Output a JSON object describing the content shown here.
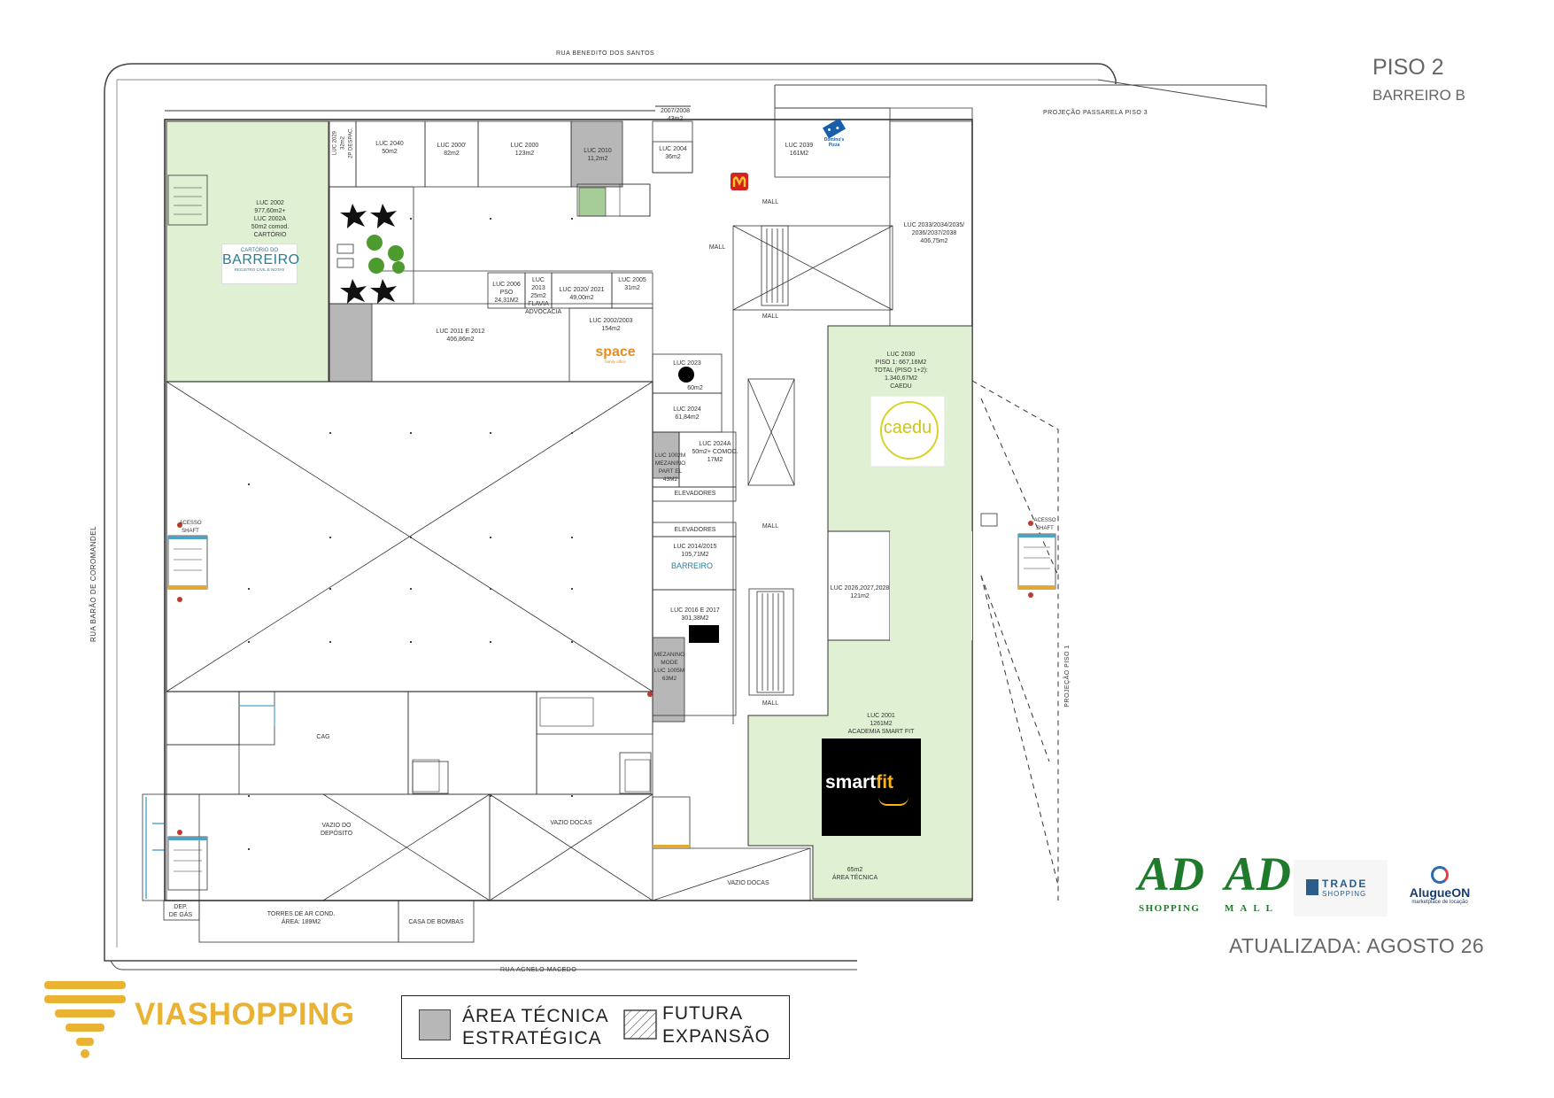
{
  "header": {
    "floor": "PISO 2",
    "building": "BARREIRO B",
    "updated": "ATUALIZADA: AGOSTO 26"
  },
  "streets": {
    "north": "RUA BENEDITO DOS SANTOS",
    "west": "RUA BARÃO DE COROMANDEL",
    "south": "RUA AGNELO MACEDO",
    "east_projection": "PROJEÇÃO PISO 1",
    "footbridge": "PROJEÇÃO PASSARELA PISO 3"
  },
  "units": {
    "luc2002": "LUC 2002\n977,60m2+\nLUC 2002A\n50m2 comod.\nCARTÓRIO",
    "luc2029": "LUC 2029\n32m2\n2P DESPAC.",
    "luc2040": "LUC 2040\n50m2",
    "luc2000a": "LUC 2000'\n82m2",
    "luc2000": "LUC 2000\n123m2",
    "luc2010": "LUC 2010\n11,2m2",
    "luc2004": "LUC 2004\n36m2",
    "luc2007": "2007/2008\n43m2",
    "luc2039": "LUC 2039\n161M2",
    "luc2033": "LUC 2033/2034/2035/\n2036/2037/2038\n406,75m2",
    "luc2011": "LUC 2011 E 2012\n406,86m2",
    "luc2006": "LUC 2006\nPSO\n24,31M2",
    "luc2013": "LUC 2013\n25m2\nFLAVIA\nADVOCACIA",
    "luc2020": "LUC 2020/ 2021\n49,00m2",
    "luc2005": "LUC 2005\n31m2",
    "luc2002b": "LUC 2002/2003\n154m2",
    "luc2023": "LUC 2023",
    "luc2023b": "60m2",
    "luc2024": "LUC 2024\n61,84m2",
    "luc1002": "LUC 1002M\nMEZANINO\nPART EL\n43M2",
    "luc2024a": "LUC 2024A\n50m2+ COMOD.\n17M2",
    "luc2030": "LUC 2030\nPISO 1: 667,16M2\nTOTAL (PISO 1+2):\n1.340,67M2\nCAEDU",
    "luc2014": "LUC 2014/2015\n105,71M2",
    "luc2016": "LUC 2016 E 2017\n301,38M2",
    "luc2026": "LUC 2026,2027,2028\n121m2",
    "luc2001": "LUC 2001\n1261M2\nACADEMIA SMART FIT",
    "mezanino": "MEZANINO\nMODE\nLUC 1005M\n63M2",
    "area_tecnica": "65m2\nÁREA TÉCNICA",
    "vazio_deposito": "VAZIO DO\nDEPÓSITO",
    "vazio_docas": "VAZIO DOCAS",
    "vazio_docas2": "VAZIO DOCAS",
    "torres": "TORRES DE AR COND.\nÁREA: 189M2",
    "casa_bombas": "CASA DE BOMBAS",
    "dep_gas": "DEP.\nDE GÁS",
    "cag": "CAG",
    "mall1": "MALL",
    "mall2": "MALL",
    "mall3": "MALL",
    "mall4": "MALL",
    "mall5": "MALL",
    "elevadores1": "ELEVADORES",
    "elevadores2": "ELEVADORES",
    "acesso": "ACESSO\nSHAFT"
  },
  "brands": {
    "cartorio_top": "CARTÓRIO DO",
    "cartorio_main": "BARREIRO",
    "cartorio_sub": "REGISTRO CIVIL E NOTAS",
    "dominos": "Domino's\nPizza",
    "space": "space",
    "space_sub": "family office",
    "caedu": "caedu",
    "smartfit_a": "smart",
    "smartfit_b": "fit",
    "barreiro_small": "BARREIRO"
  },
  "legend": {
    "technical_l1": "ÁREA TÉCNICA",
    "technical_l2": "ESTRATÉGICA",
    "expansion_l1": "FUTURA",
    "expansion_l2": "EXPANSÃO"
  },
  "logos": {
    "ad_shopping": "AD",
    "ad_shopping_sub": "SHOPPING",
    "ad_mall": "AD",
    "ad_mall_sub": "MALL",
    "trade_a": "TRADE",
    "trade_b": "SHOPPING",
    "alugueon": "AlugueON",
    "alugueon_sub": "marketplace de locação",
    "viashopping": "VIASHOPPING"
  },
  "colors": {
    "green_area": "#dff0d3",
    "technical_area": "#b7b7b7",
    "via_gold": "#e9b233",
    "ad_green": "#1f7a2c",
    "trade_blue": "#2a5d8a"
  }
}
